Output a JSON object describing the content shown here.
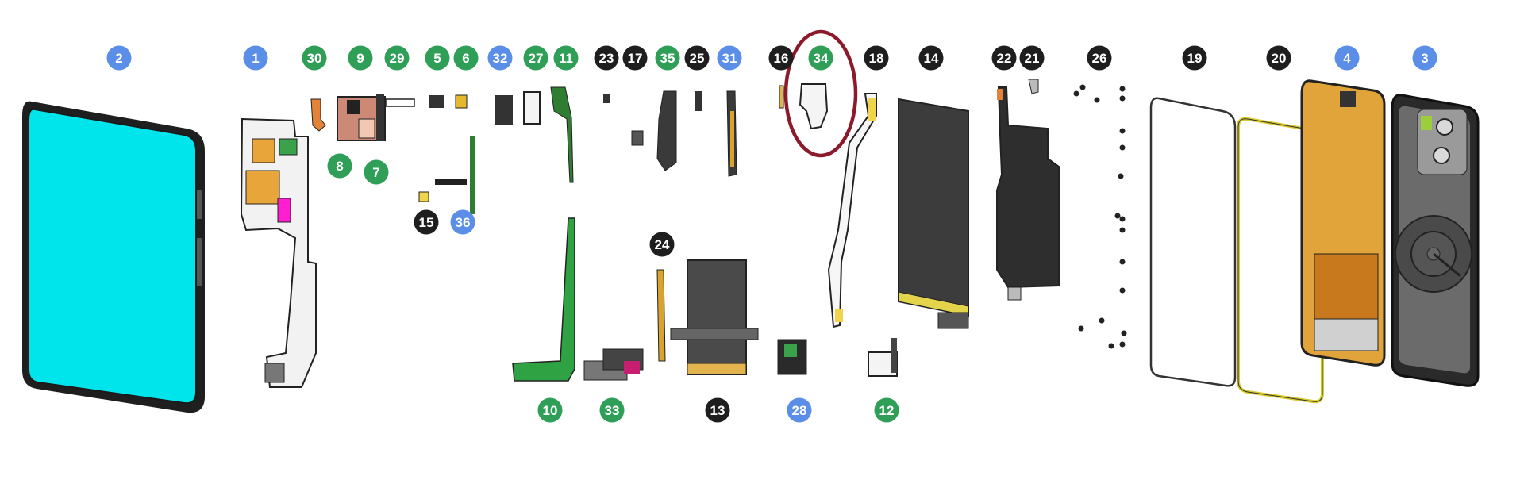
{
  "colors": {
    "blue": "#5b8ee6",
    "green": "#2f9e57",
    "black": "#1e1e1e",
    "highlight": "#8b1a2b",
    "screen": "#00e5ec",
    "amber": "#e0a43a",
    "pcb": "#2e7d32",
    "dark_part": "#444444"
  },
  "callouts": [
    {
      "label": "2",
      "color": "blue"
    },
    {
      "label": "1",
      "color": "blue"
    },
    {
      "label": "30",
      "color": "green"
    },
    {
      "label": "9",
      "color": "green"
    },
    {
      "label": "29",
      "color": "green"
    },
    {
      "label": "5",
      "color": "green"
    },
    {
      "label": "6",
      "color": "green"
    },
    {
      "label": "32",
      "color": "blue"
    },
    {
      "label": "27",
      "color": "green"
    },
    {
      "label": "11",
      "color": "green"
    },
    {
      "label": "23",
      "color": "black"
    },
    {
      "label": "17",
      "color": "black"
    },
    {
      "label": "35",
      "color": "green"
    },
    {
      "label": "25",
      "color": "black"
    },
    {
      "label": "31",
      "color": "blue"
    },
    {
      "label": "16",
      "color": "black"
    },
    {
      "label": "34",
      "color": "green"
    },
    {
      "label": "18",
      "color": "black"
    },
    {
      "label": "14",
      "color": "black"
    },
    {
      "label": "22",
      "color": "black"
    },
    {
      "label": "21",
      "color": "black"
    },
    {
      "label": "26",
      "color": "black"
    },
    {
      "label": "19",
      "color": "black"
    },
    {
      "label": "20",
      "color": "black"
    },
    {
      "label": "4",
      "color": "blue"
    },
    {
      "label": "3",
      "color": "blue"
    },
    {
      "label": "8",
      "color": "green"
    },
    {
      "label": "7",
      "color": "green"
    },
    {
      "label": "15",
      "color": "black"
    },
    {
      "label": "36",
      "color": "blue"
    },
    {
      "label": "24",
      "color": "black"
    },
    {
      "label": "10",
      "color": "green"
    },
    {
      "label": "33",
      "color": "green"
    },
    {
      "label": "13",
      "color": "black"
    },
    {
      "label": "28",
      "color": "blue"
    },
    {
      "label": "12",
      "color": "green"
    }
  ],
  "highlighted_callout": "34"
}
